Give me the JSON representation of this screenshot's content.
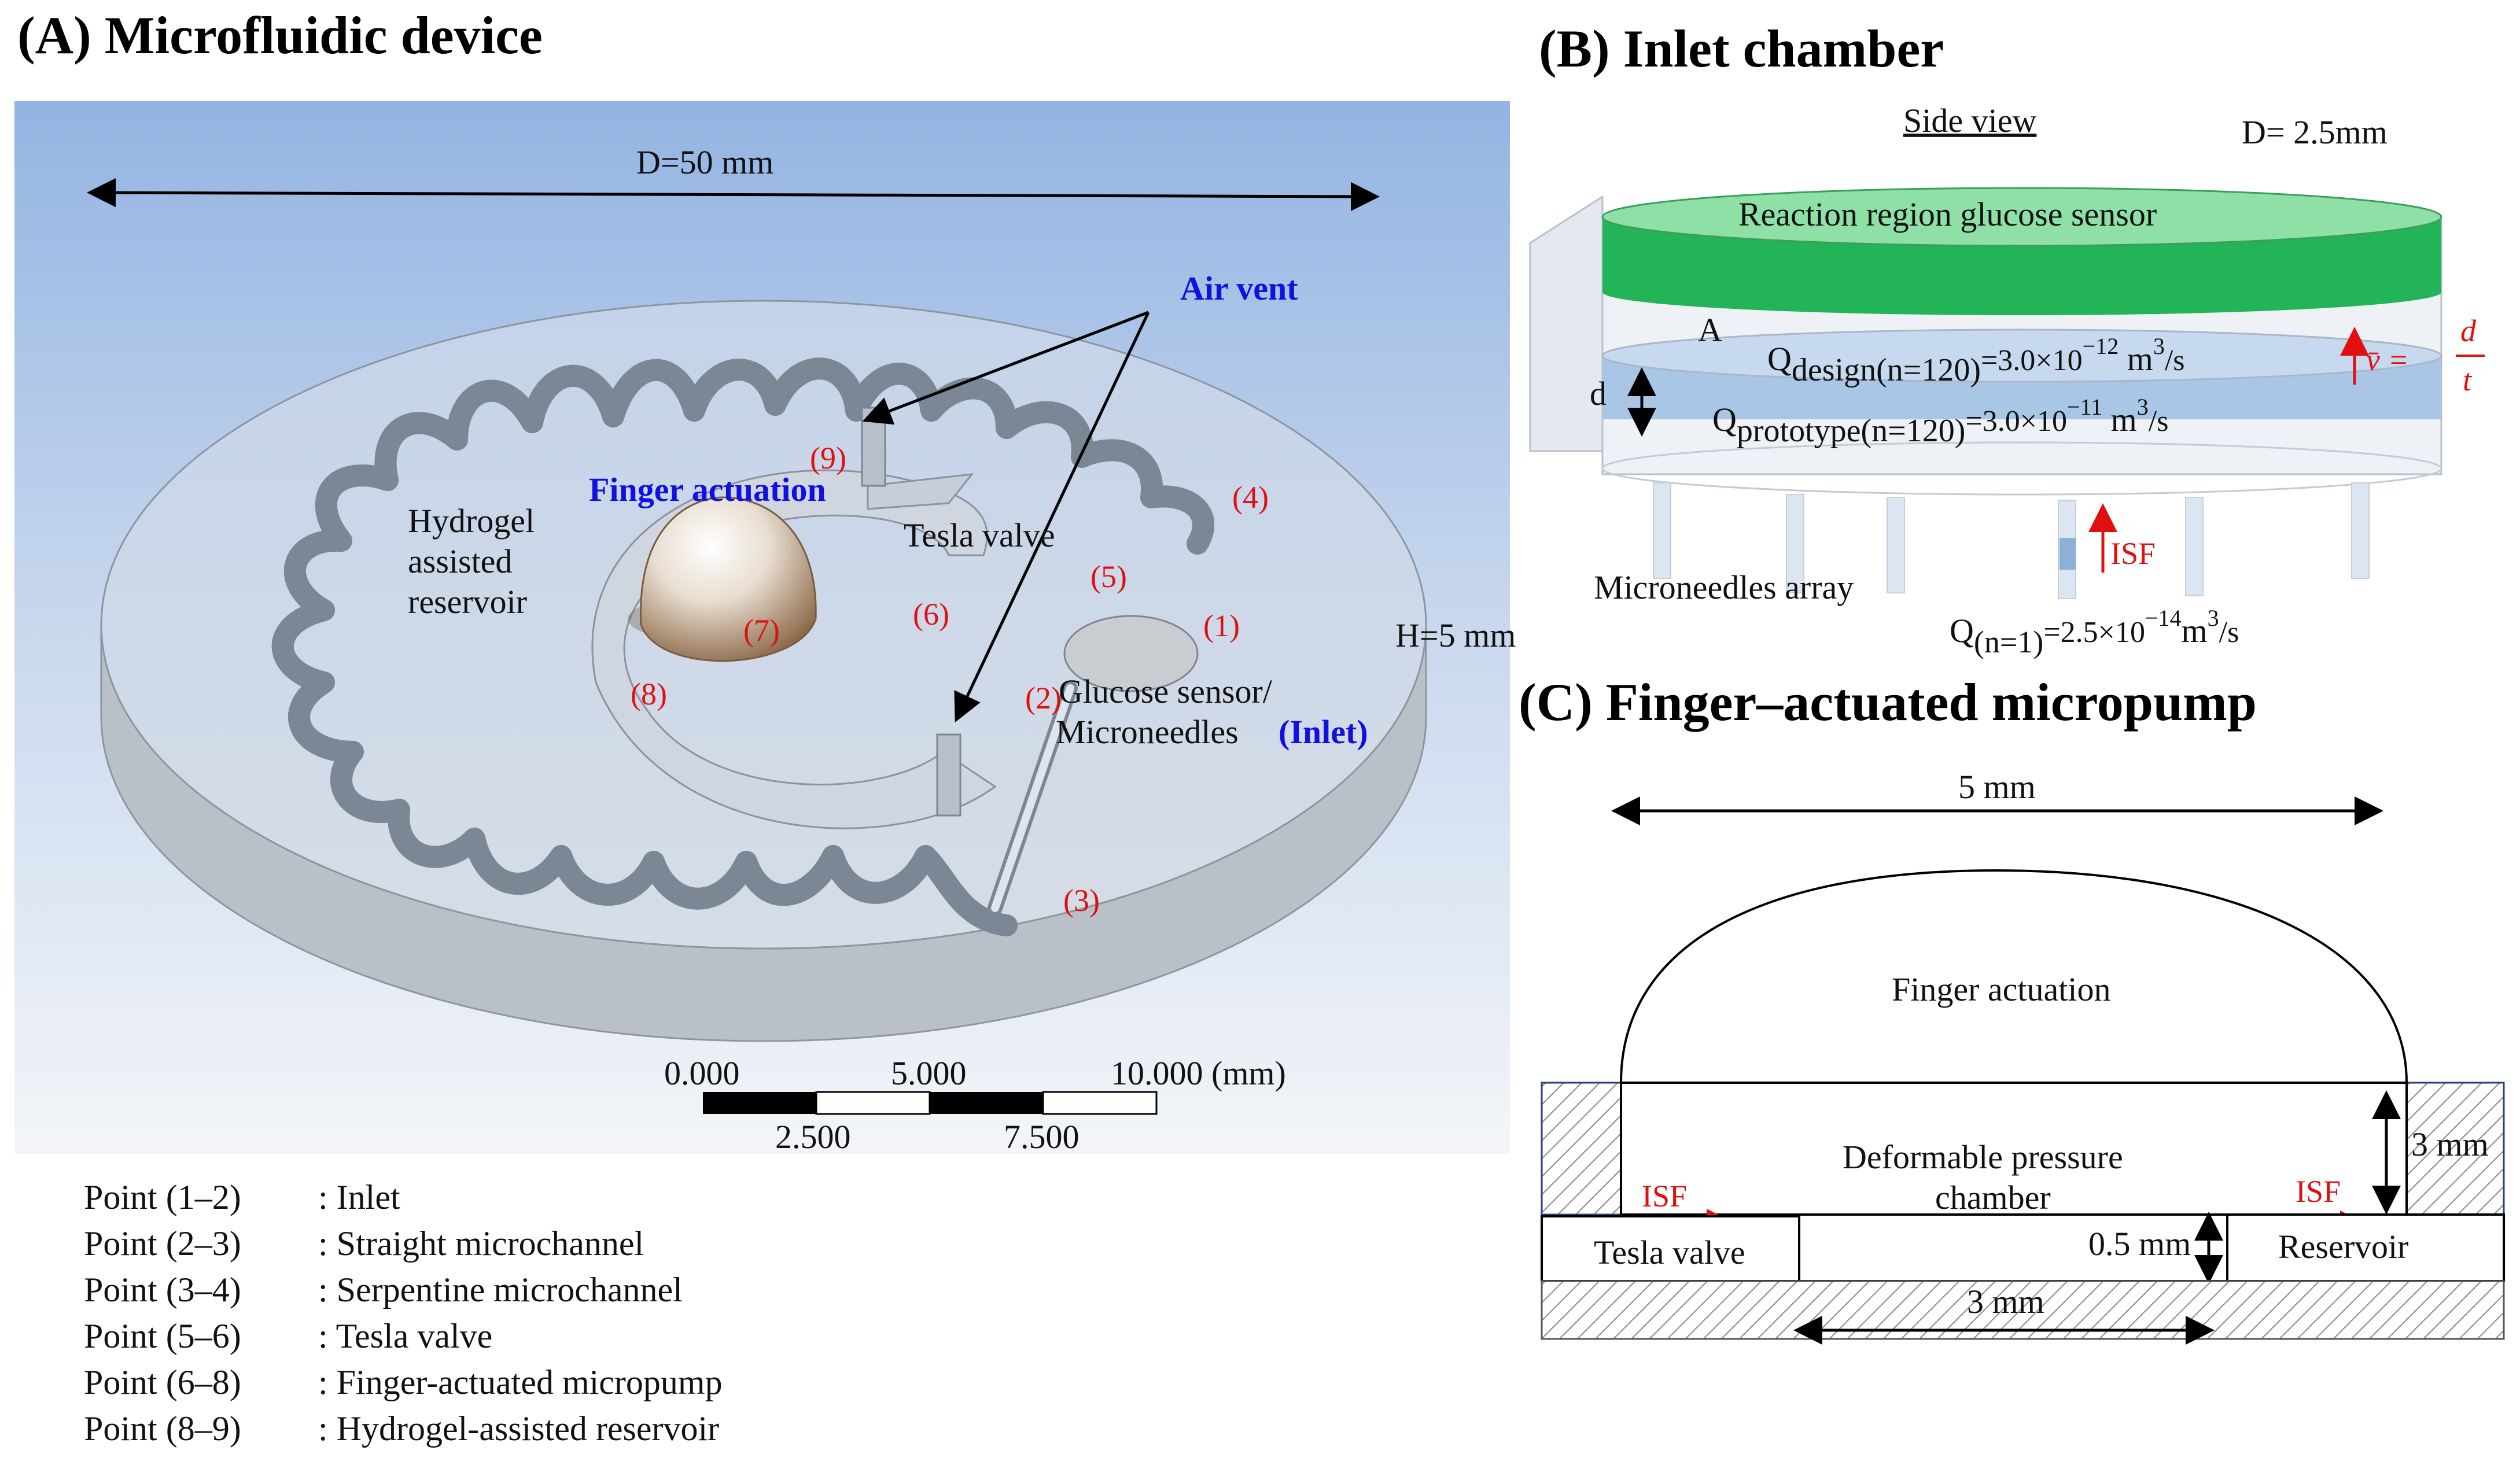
{
  "colors": {
    "red": "#e01010",
    "blue": "#1a1ae6",
    "green": "#22b456",
    "chamber_blue": "#a9c6e6"
  },
  "panel_a": {
    "title": "(A) Microfluidic device",
    "diameter": "D=50 mm",
    "height": "H=5 mm",
    "air_vent": "Air vent",
    "finger_actuation": "Finger actuation",
    "hydrogel_lines": [
      "Hydrogel",
      "assisted",
      "reservoir"
    ],
    "tesla_valve": "Tesla valve",
    "sensor_line1": "Glucose sensor/",
    "sensor_line2": "Microneedles",
    "inlet": "(Inlet)",
    "points": [
      "(1)",
      "(2)",
      "(3)",
      "(4)",
      "(5)",
      "(6)",
      "(7)",
      "(8)",
      "(9)"
    ],
    "scale": {
      "top_labels": [
        "0.000",
        "5.000",
        "10.000 (mm)"
      ],
      "bottom_labels": [
        "2.500",
        "7.500"
      ]
    }
  },
  "legend": [
    {
      "point": "Point (1–2)",
      "desc": ": Inlet"
    },
    {
      "point": "Point (2–3)",
      "desc": ": Straight microchannel"
    },
    {
      "point": "Point (3–4)",
      "desc": ": Serpentine microchannel"
    },
    {
      "point": "Point (5–6)",
      "desc": ": Tesla valve"
    },
    {
      "point": "Point (6–8)",
      "desc": ": Finger-actuated micropump"
    },
    {
      "point": "Point (8–9)",
      "desc": ": Hydrogel-assisted reservoir"
    }
  ],
  "panel_b": {
    "title": "(B) Inlet chamber",
    "side_view": "Side view",
    "diameter": "D= 2.5mm",
    "reaction": "Reaction region glucose sensor",
    "area": "A",
    "depth": "d",
    "q_design": {
      "q": "Q",
      "sub": "design(n=120)",
      "val": "=3.0×10",
      "exp": "−12",
      "unit": " m",
      "uexp": "3",
      "tail": "/s"
    },
    "q_proto": {
      "q": "Q",
      "sub": "prototype(n=120)",
      "val": "=3.0×10",
      "exp": "−11",
      "unit": " m",
      "uexp": "3",
      "tail": "/s"
    },
    "velocity": {
      "lhs": "v̄ =",
      "num": "d",
      "den": "t"
    },
    "microneedles": "Microneedles array",
    "isf": "ISF",
    "q_single": {
      "q": "Q",
      "sub": "(n=1)",
      "val": "=2.5×10",
      "exp": "−14",
      "unit": "m",
      "uexp": "3",
      "tail": "/s"
    }
  },
  "panel_c": {
    "title": "(C) Finger–actuated micropump",
    "width": "5 mm",
    "finger": "Finger actuation",
    "chamber_line1": "Deformable pressure",
    "chamber_line2": "chamber",
    "height3": "3 mm",
    "isf_left": "ISF",
    "isf_right": "ISF",
    "tesla": "Tesla valve",
    "gap": "0.5 mm",
    "reservoir": "Reservoir",
    "bottom": "3 mm"
  }
}
